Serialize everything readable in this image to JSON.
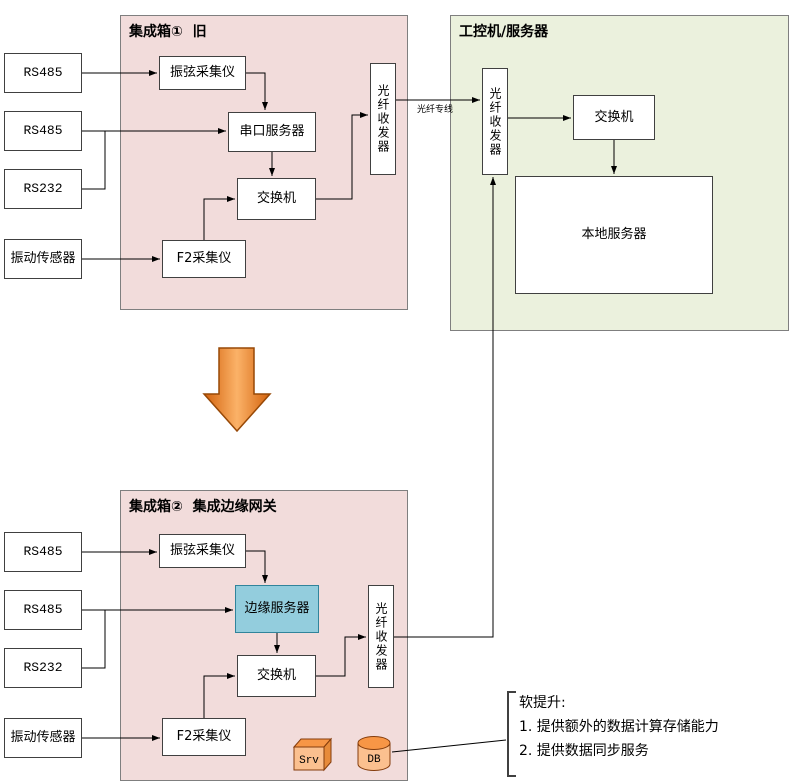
{
  "diagram": {
    "inputs_top": [
      "RS485",
      "RS485",
      "RS232",
      "振动传感器"
    ],
    "inputs_bottom": [
      "RS485",
      "RS485",
      "RS232",
      "振动传感器"
    ],
    "old_box": {
      "title": "集成箱①  旧",
      "vw": "振弦采集仪",
      "serial": "串口服务器",
      "switch": "交换机",
      "f2": "F2采集仪",
      "fiber": "光纤收发器"
    },
    "server_box": {
      "title": "工控机/服务器",
      "fiber": "光纤收发器",
      "switch": "交换机",
      "local": "本地服务器"
    },
    "new_box": {
      "title": "集成箱②  集成边缘网关",
      "vw": "振弦采集仪",
      "edge": "边缘服务器",
      "switch": "交换机",
      "f2": "F2采集仪",
      "fiber": "光纤收发器",
      "srv_label": "Srv",
      "db_label": "DB"
    },
    "link_label": "光纤专线",
    "note": {
      "title": "软提升:",
      "item1": "1. 提供额外的数据计算存储能力",
      "item2": "2. 提供数据同步服务"
    },
    "colors": {
      "box_pink": "#f2dcdb",
      "box_green": "#ebf1dd",
      "edge_server_blue": "#93cddd",
      "arrow_orange": "#e26b0a",
      "icon_tan": "#fbc08f"
    }
  }
}
